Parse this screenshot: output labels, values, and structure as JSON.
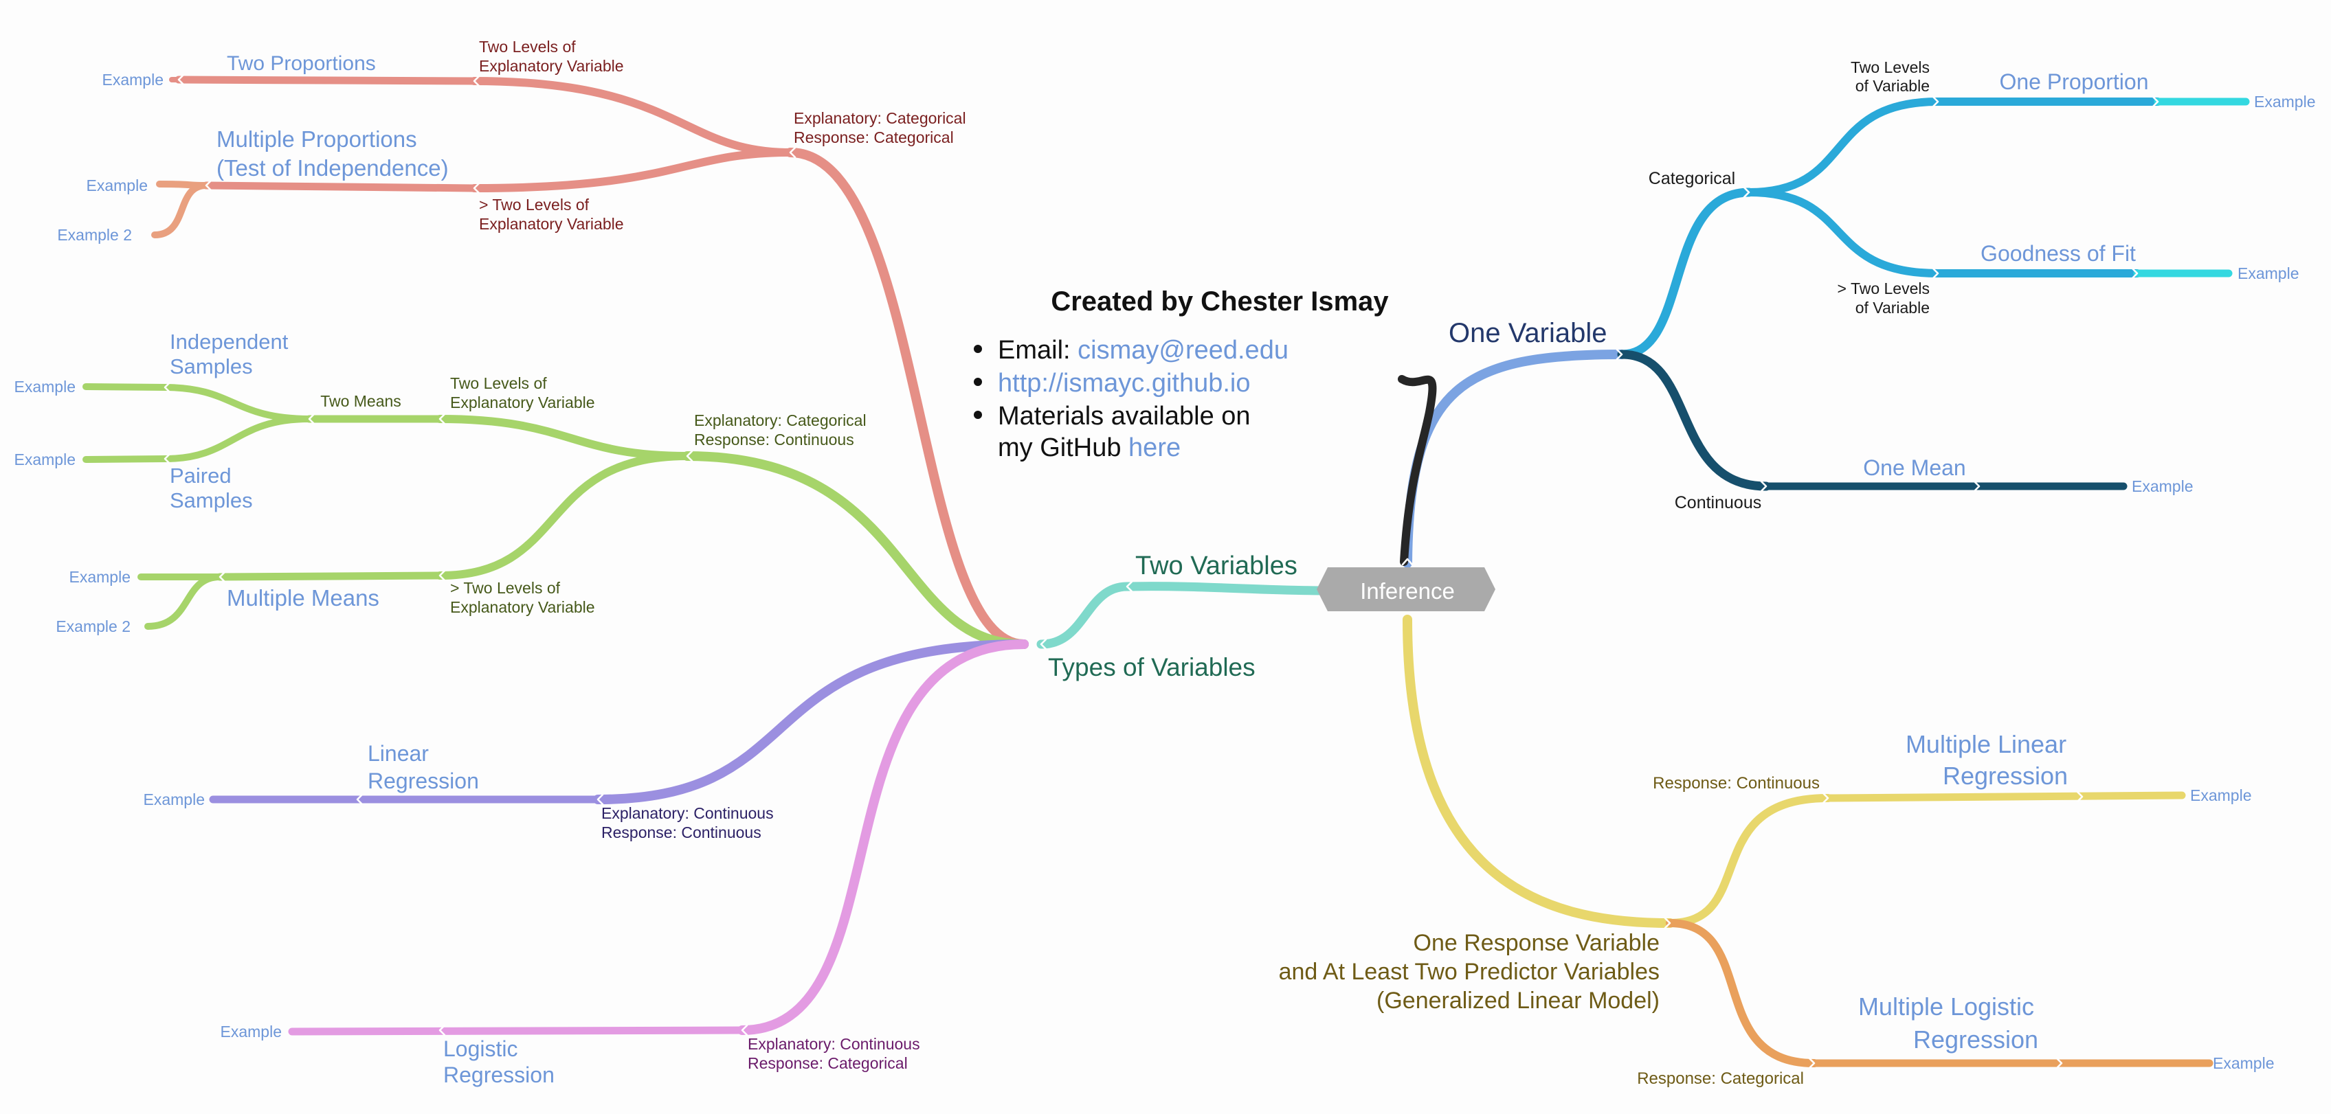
{
  "palette": {
    "red": "#e58f86",
    "salmon": "#e9a07f",
    "green": "#a6d46a",
    "purple": "#9b8fe0",
    "pink": "#e39be2",
    "yellow": "#e8d76c",
    "orange": "#e9a05c",
    "teal": "#7fd9cb",
    "light_blue": "#7ba3e2",
    "sky_blue": "#2aa9d9",
    "navy": "#164f6c",
    "cyan": "#34d8e0",
    "black": "#262626",
    "root": "#aaaaaa"
  },
  "credits": {
    "title": "Created by Chester Ismay",
    "email_label": "Email: ",
    "email": "cismay@reed.edu",
    "url": "http://ismayc.github.io",
    "materials_line1": "Materials available on",
    "materials_line2": "my GitHub ",
    "materials_link": "here"
  },
  "nodes": {
    "root": "Inference",
    "one_variable": "One Variable",
    "categorical": "Categorical",
    "continuous": "Continuous",
    "two_levels_of_variable_1": "Two Levels",
    "two_levels_of_variable_2": "of Variable",
    "one_proportion": "One Proportion",
    "gt_two_levels_of_variable_1": "> Two Levels",
    "gt_two_levels_of_variable_2": "of Variable",
    "goodness_of_fit": "Goodness of Fit",
    "one_mean": "One Mean",
    "two_variables": "Two Variables",
    "types_of_variables": "Types of Variables",
    "cat_cat_1": "Explanatory: Categorical",
    "cat_cat_2": "Response: Categorical",
    "two_levels_expl_1": "Two Levels of",
    "two_levels_expl_2": "Explanatory Variable",
    "two_proportions": "Two Proportions",
    "gt_two_levels_expl_1": "> Two Levels of",
    "gt_two_levels_expl_2": "Explanatory Variable",
    "multiple_proportions_1": "Multiple Proportions",
    "multiple_proportions_2": "(Test of Independence)",
    "cat_cont_1": "Explanatory: Categorical",
    "cat_cont_2": "Response: Continuous",
    "means_two_levels_1": "Two Levels of",
    "means_two_levels_2": "Explanatory Variable",
    "two_means": "Two Means",
    "independent_samples_1": "Independent",
    "independent_samples_2": "Samples",
    "paired_samples_1": "Paired",
    "paired_samples_2": "Samples",
    "means_gt_two_levels_1": "> Two Levels of",
    "means_gt_two_levels_2": "Explanatory Variable",
    "multiple_means": "Multiple Means",
    "cont_cont_1": "Explanatory: Continuous",
    "cont_cont_2": "Response: Continuous",
    "linear_regression_1": "Linear",
    "linear_regression_2": "Regression",
    "cont_cat_1": "Explanatory: Continuous",
    "cont_cat_2": "Response: Categorical",
    "logistic_regression_1": "Logistic",
    "logistic_regression_2": "Regression",
    "glm_1": "One Response Variable",
    "glm_2": "and At Least Two Predictor Variables",
    "glm_3": "(Generalized Linear Model)",
    "response_continuous": "Response: Continuous",
    "multiple_linear_1": "Multiple Linear",
    "multiple_linear_2": "Regression",
    "response_categorical": "Response: Categorical",
    "multiple_logistic_1": "Multiple Logistic",
    "multiple_logistic_2": "Regression"
  },
  "examples": {
    "two_proportions": "Example",
    "multiple_proportions": "Example",
    "multiple_proportions_2": "Example 2",
    "independent_samples": "Example",
    "paired_samples": "Example",
    "multiple_means": "Example",
    "multiple_means_2": "Example 2",
    "linear_regression": "Example",
    "logistic_regression": "Example",
    "one_proportion": "Example",
    "goodness_of_fit": "Example",
    "one_mean": "Example",
    "multiple_linear": "Example",
    "multiple_logistic": "Example"
  }
}
